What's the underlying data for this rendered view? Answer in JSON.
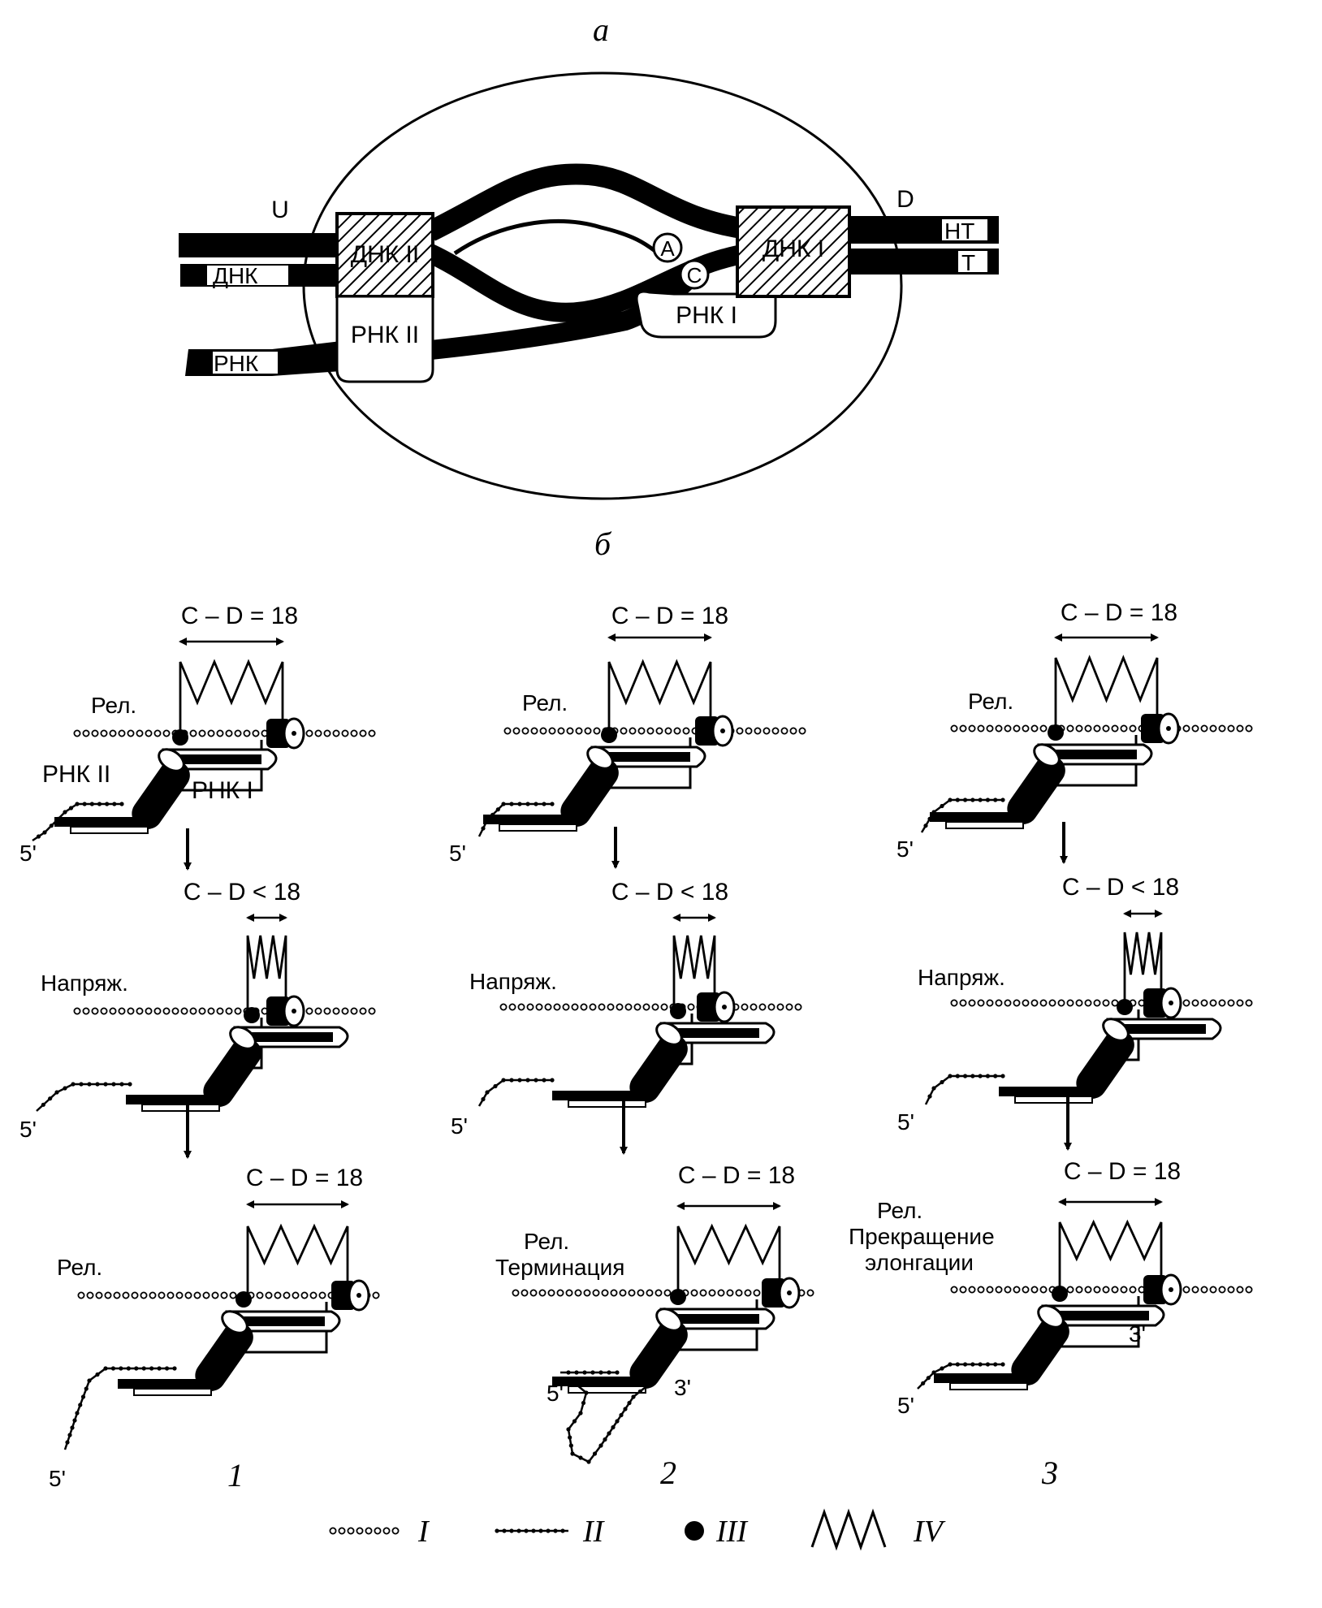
{
  "panel_a": {
    "label": "а",
    "left_end": "U",
    "right_end": "D",
    "dna_left": "ДНК",
    "rna_left": "РНК",
    "site_dna2": "ДНК II",
    "site_rna2": "РНК II",
    "site_dna1": "ДНК I",
    "site_rna1": "РНК I",
    "site_a": "A",
    "site_c": "C",
    "strand_nt": "НТ",
    "strand_t": "Т"
  },
  "panel_b": {
    "label": "б",
    "col1": {
      "top_distance": "C – D = 18",
      "top_state": "Рел.",
      "rna2": "РНК II",
      "rna1": "РНК I",
      "top_five": "5'",
      "mid_distance": "C – D < 18",
      "mid_state": "Напряж.",
      "mid_five": "5'",
      "bot_distance": "C – D = 18",
      "bot_state": "Рел.",
      "bot_five": "5'",
      "number": "1"
    },
    "col2": {
      "top_distance": "C – D = 18",
      "top_state": "Рел.",
      "top_five": "5'",
      "mid_distance": "C – D < 18",
      "mid_state": "Напряж.",
      "mid_five": "5'",
      "bot_distance": "C – D = 18",
      "bot_state_1": "Рел.",
      "bot_state_2": "Терминация",
      "bot_five": "5'",
      "bot_three": "3'",
      "number": "2"
    },
    "col3": {
      "top_distance": "C – D = 18",
      "top_state": "Рел.",
      "top_five": "5'",
      "mid_distance": "C – D < 18",
      "mid_state": "Напряж.",
      "mid_five": "5'",
      "bot_distance": "C – D = 18",
      "bot_state_1": "Рел.",
      "bot_state_2": "Прекращение",
      "bot_state_3": "элонгации",
      "bot_five": "5'",
      "bot_three": "3'",
      "number": "3"
    }
  },
  "legend": {
    "item1": "I",
    "item2": "II",
    "item3": "III",
    "item4": "IV"
  }
}
